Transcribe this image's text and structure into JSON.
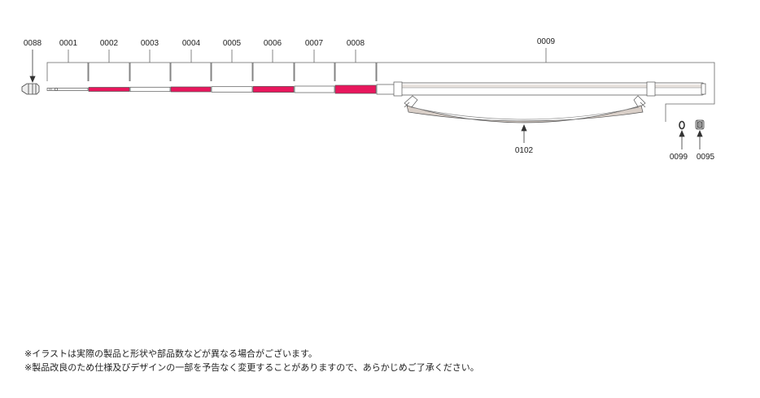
{
  "labels": {
    "p0088": "0088",
    "p0001": "0001",
    "p0002": "0002",
    "p0003": "0003",
    "p0004": "0004",
    "p0005": "0005",
    "p0006": "0006",
    "p0007": "0007",
    "p0008": "0008",
    "p0009": "0009",
    "p0102": "0102",
    "p0099": "0099",
    "p0095": "0095"
  },
  "notes": {
    "line1": "※イラストは実際の製品と形状や部品数などが異なる場合がございます。",
    "line2": "※製品改良のため仕様及びデザインの一部を予告なく変更することがありますので、あらかじめご了承ください。"
  },
  "colors": {
    "pink": "#e8175d",
    "line": "#555555",
    "tan": "#d9cfc8",
    "text": "#222222"
  }
}
